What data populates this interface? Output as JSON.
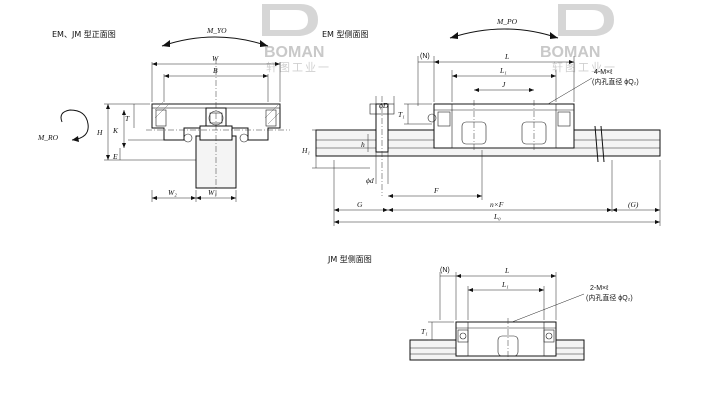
{
  "views": {
    "front": {
      "title": "EM、JM 型正面图"
    },
    "em_side": {
      "title": "EM 型侧面图"
    },
    "jm_side": {
      "title": "JM 型侧面图"
    }
  },
  "watermark": {
    "brand": "BOMAN",
    "chinese": "轩图工业一"
  },
  "labels": {
    "M_RO": "M_RO",
    "M_YO": "M_YO",
    "M_PO": "M_PO",
    "W": "W",
    "B": "B",
    "T": "T",
    "K": "K",
    "H": "H",
    "E": "E",
    "W2": "W₂",
    "W1": "W₁",
    "N": "(N)",
    "L": "L",
    "L1": "L₁",
    "J": "J",
    "T1": "T₁",
    "phiD": "ϕD",
    "h": "h",
    "H1": "H₁",
    "phid": "ϕd",
    "F": "F",
    "nF": "n×F",
    "G": "G",
    "G_paren": "(G)",
    "L0": "L₀",
    "em_hole_note": "4-M×ℓ",
    "em_hole_sub": "(内孔直径 ϕQ₂)",
    "jm_hole_note": "2-M×ℓ",
    "jm_hole_sub": "(内孔直径 ϕQ₂)"
  }
}
